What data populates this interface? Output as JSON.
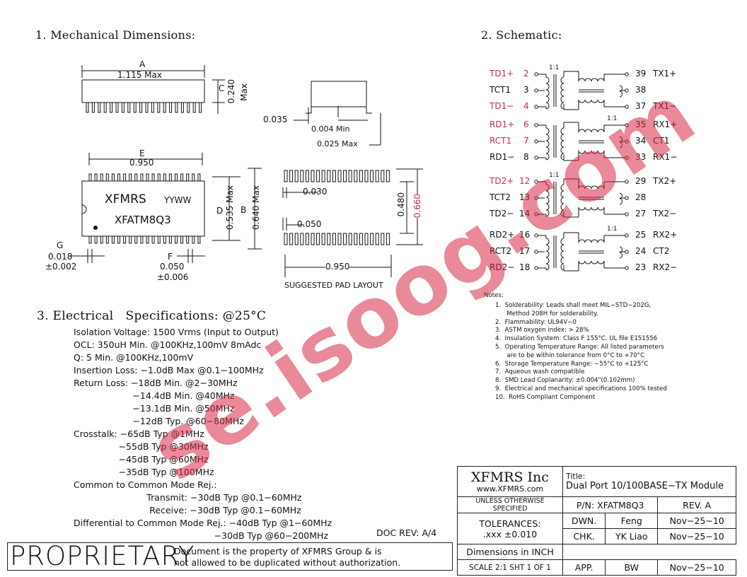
{
  "colors": {
    "watermark": "#d72846",
    "schematic_labels": "#c0304a"
  },
  "sections": {
    "mechanical": "1. Mechanical Dimensions:",
    "schematic": "2. Schematic:",
    "electrical": "3. Electrical   Specifications: @25°C"
  },
  "mech": {
    "A_letter": "A",
    "A_value": "1.115 Max",
    "C_letter": "C",
    "C_value": "0.240",
    "C_max": "Max",
    "side_d1": "0.035",
    "side_d2": "0.004 Min",
    "side_d3": "0.025 Max",
    "E_letter": "E",
    "E_value": "0.950",
    "chip_brand": "XFMRS",
    "chip_date": "YYWW",
    "chip_part": "XFATM8Q3",
    "D_letter": "D",
    "D_value": "0.535 Max",
    "B_letter": "B",
    "B_value": "0.640 Max",
    "G_letter": "G",
    "G_value": "0.018",
    "G_tol": "±0.002",
    "F_letter": "F",
    "F_value": "0.050",
    "F_tol": "±0.006",
    "pad_030": "0.030",
    "pad_050": "0.050",
    "pad_480": "0.480",
    "pad_660": "0.660",
    "pad_950": "0.950",
    "pad_caption": "SUGGESTED PAD LAYOUT"
  },
  "schematic": {
    "ratio": "1:1",
    "left_labels": [
      {
        "name": "TD1+",
        "pin": "2"
      },
      {
        "name": "TCT1",
        "pin": "3"
      },
      {
        "name": "TD1−",
        "pin": "4"
      },
      {
        "name": "RD1+",
        "pin": "6"
      },
      {
        "name": "RCT1",
        "pin": "7"
      },
      {
        "name": "RD1−",
        "pin": "8"
      },
      {
        "name": "TD2+",
        "pin": "12"
      },
      {
        "name": "TCT2",
        "pin": "13"
      },
      {
        "name": "TD2−",
        "pin": "14"
      },
      {
        "name": "RD2+",
        "pin": "16"
      },
      {
        "name": "RCT2",
        "pin": "17"
      },
      {
        "name": "RD2−",
        "pin": "18"
      }
    ],
    "right_labels": [
      {
        "pin": "39",
        "name": "TX1+"
      },
      {
        "pin": "38",
        "name": ""
      },
      {
        "pin": "37",
        "name": "TX1−"
      },
      {
        "pin": "35",
        "name": "RX1+"
      },
      {
        "pin": "34",
        "name": "CT1"
      },
      {
        "pin": "33",
        "name": "RX1−"
      },
      {
        "pin": "29",
        "name": "TX2+"
      },
      {
        "pin": "28",
        "name": ""
      },
      {
        "pin": "27",
        "name": "TX2−"
      },
      {
        "pin": "25",
        "name": "RX2+"
      },
      {
        "pin": "24",
        "name": "CT2"
      },
      {
        "pin": "23",
        "name": "RX2−"
      }
    ]
  },
  "notes": {
    "title": "Notes:",
    "items": [
      "1.  Solderability: Leads shall meet MIL−STD−202G,",
      "      Method 208H for solderability.",
      "2.  Flammability: UL94V−0",
      "3.  ASTM oxygen index: > 28%",
      "4.  Insulation System: Class F 155°C. UL file E151556",
      "5.  Operating Temperature Range: All listed parameters",
      "      are to be within tolerance from 0°C to +70°C",
      "6.  Storage Temperature Range: −55°C to +125°C",
      "7.  Aqueous wash compatible",
      "8.  SMD Lead Coplanarity: ±0.004\"(0.102mm)",
      "9.  Electrical and mechanical specifications 100% tested",
      "10.  RoHS Compliant Component"
    ]
  },
  "electrical": {
    "lines": [
      "Isolation Voltage: 1500 Vrms (Input to Output)",
      "OCL: 350uH Min. @100KHz,100mV 8mAdc",
      "Q: 5 Min. @100KHz,100mV",
      "Insertion Loss: −1.0dB Max @0.1−100MHz",
      "Return Loss: −18dB Min. @2−30MHz",
      "                     −14.4dB Min. @40MHz",
      "                     −13.1dB Min. @50MHz",
      "                     −12dB Typ. @60−80MHz",
      "Crosstalk: −65dB Typ @1MHz",
      "                −55dB Typ @30MHz",
      "                −45dB Typ @60MHz",
      "                −35dB Typ @100MHz",
      "Common to Common Mode Rej.:",
      "                          Transmit: −30dB Typ @0.1−60MHz",
      "                           Receive: −30dB Typ @0.1−60MHz",
      "Differential to Common Mode Rej.: −40dB Typ @1−60MHz",
      "                                                  −30dB Typ @60−200MHz"
    ],
    "doc_rev": "DOC REV: A/4"
  },
  "footer": {
    "proprietary": "PROPRIETARY",
    "notice1": "Document is the property of XFMRS Group & is",
    "notice2": "not allowed to be duplicated without authorization."
  },
  "title_block": {
    "company": "XFMRS Inc",
    "website": "www.XFMRS.com",
    "title_label": "Title:",
    "title": "Dual Port 10/100BASE−TX Module",
    "unless": "UNLESS OTHERWISE SPECIFIED",
    "pn": "P/N:  XFATM8Q3",
    "rev": "REV. A",
    "tolerances": "TOLERANCES:",
    "tol_value": ".xxx ±0.010",
    "dims": "Dimensions in INCH",
    "scale": "SCALE 2:1  SHT 1 OF 1",
    "rows": [
      {
        "role": "DWN.",
        "name": "Feng",
        "date": "Nov−25−10"
      },
      {
        "role": "CHK.",
        "name": "YK Liao",
        "date": "Nov−25−10"
      },
      {
        "role": "APP.",
        "name": "BW",
        "date": "Nov−25−10"
      }
    ]
  },
  "watermark": "se.isoog.com"
}
